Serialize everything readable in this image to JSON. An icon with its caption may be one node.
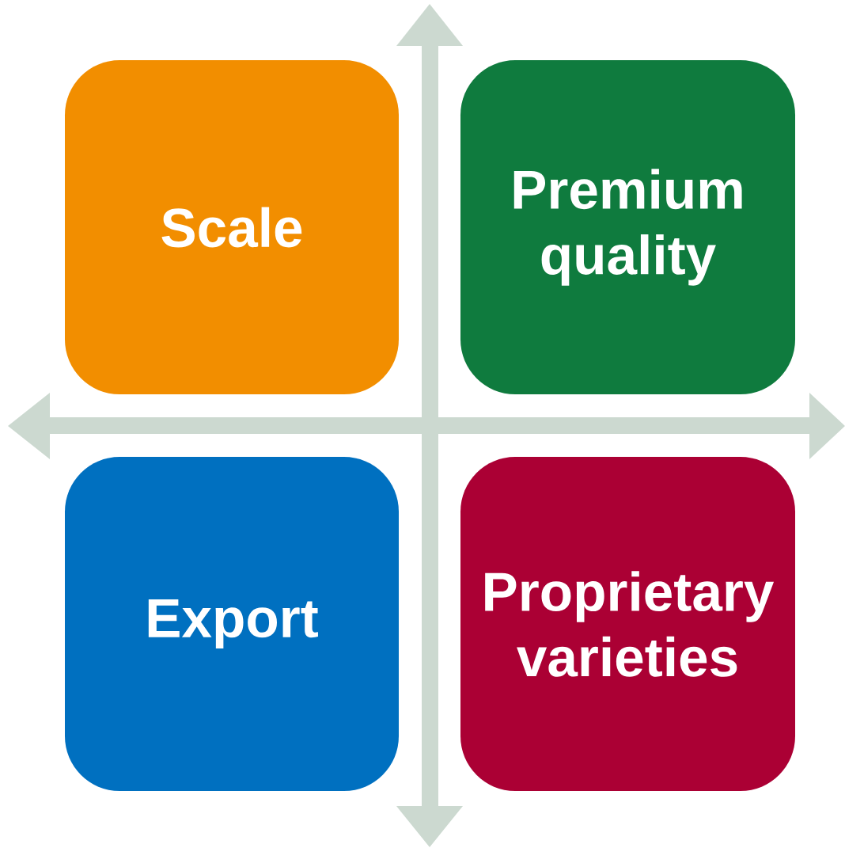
{
  "diagram": {
    "nodes": [
      {
        "text": [
          "Scale"
        ]
      },
      {
        "text": [
          "Premium quality"
        ]
      },
      {
        "text": [
          "Export"
        ]
      },
      {
        "text": [
          "Proprietary varieties"
        ]
      }
    ]
  }
}
